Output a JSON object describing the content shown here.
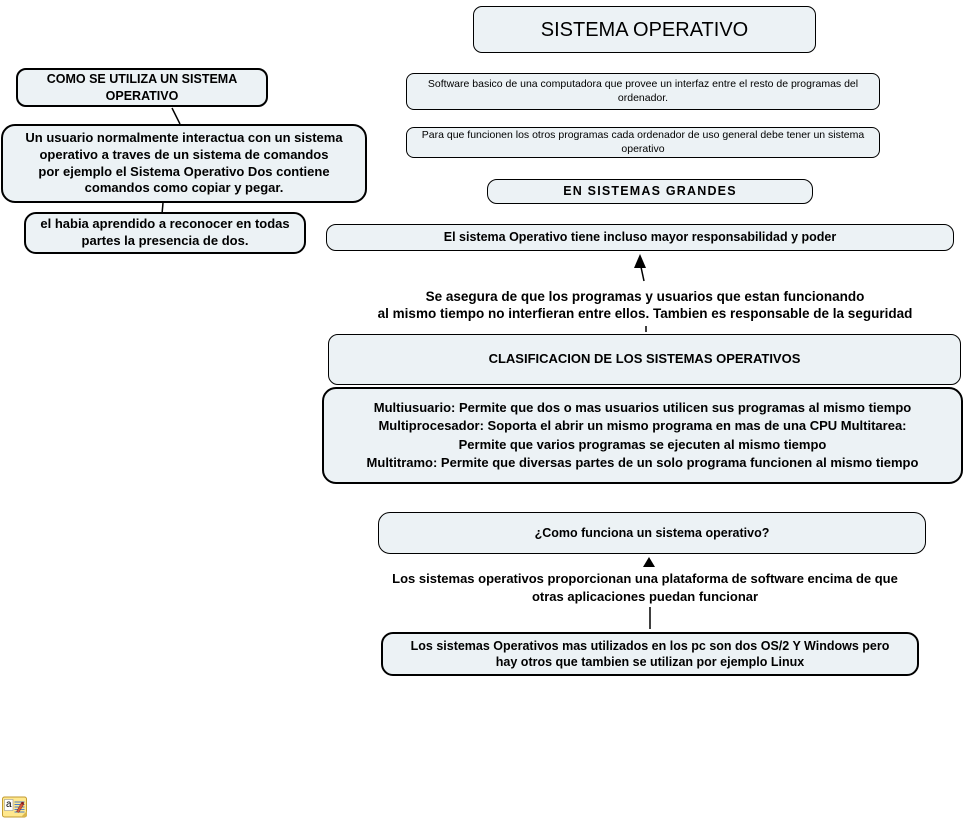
{
  "map": {
    "title": "SISTEMA OPERATIVO",
    "nodes": {
      "como_se_utiliza": "COMO SE UTILIZA UN SISTEMA\nOPERATIVO",
      "un_usuario": "Un usuario normalmente interactua con un sistema\noperativo a traves de un sistema de comandos\npor ejemplo el Sistema Operativo Dos contiene\ncomandos como copiar y pegar.",
      "el_habia": "el habia aprendido a reconocer en todas\npartes la presencia de  dos.",
      "software_basico": "Software basico de una computadora que provee un interfaz  entre el resto de programas del ordenador.",
      "para_que_funcionen": "Para que funcionen los otros programas cada ordenador de uso general debe tener un sistema operativo",
      "en_sistemas_grandes": "EN SISTEMAS GRANDES",
      "mayor_responsabilidad": "El sistema Operativo tiene incluso mayor responsabilidad y poder",
      "se_asegura": "Se asegura de que los programas y usuarios que estan funcionando\nal mismo tiempo no interfieran entre ellos. Tambien es responsable de la seguridad",
      "clasificacion": "CLASIFICACION DE LOS SISTEMAS OPERATIVOS",
      "tipos": "Multiusuario: Permite que dos o mas usuarios utilicen sus programas al mismo tiempo\nMultiprocesador: Soporta el abrir  un mismo programa en mas de una CPU Multitarea:\nPermite que varios programas se ejecuten al mismo tiempo\nMultitramo: Permite que diversas partes de un solo programa funcionen al mismo tiempo",
      "como_funciona": "¿Como funciona un sistema operativo?",
      "plataforma": "Los sistemas operativos proporcionan una plataforma de software encima de que\notras aplicaciones puedan funcionar",
      "mas_utilizados": "Los sistemas Operativos mas utilizados en los pc son dos OS/2 Y Windows pero\nhay otros que tambien se utilizan por ejemplo Linux"
    },
    "annotation": {
      "label": "a"
    },
    "colors": {
      "node_fill": "#ECF2F5",
      "node_border": "#000000",
      "background": "#FFFFFF",
      "note_yellow": "#FFE88E",
      "note_border": "#C19A30",
      "note_lines_blue": "#4A7BC8",
      "pencil_red": "#D4593B"
    }
  }
}
